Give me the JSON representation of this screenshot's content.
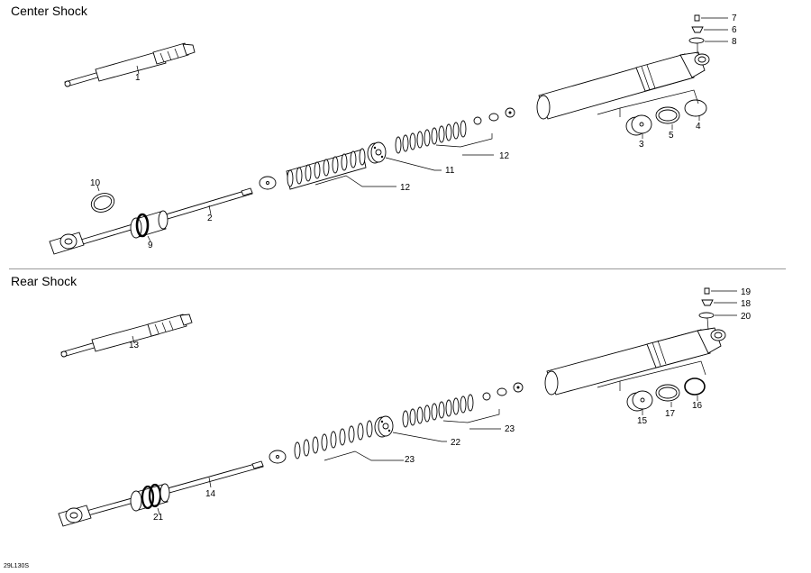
{
  "sections": {
    "center": {
      "title": "Center Shock",
      "callouts": [
        "1",
        "2",
        "3",
        "4",
        "5",
        "6",
        "7",
        "8",
        "9",
        "10",
        "11",
        "12",
        "12"
      ]
    },
    "rear": {
      "title": "Rear Shock",
      "callouts": [
        "13",
        "14",
        "15",
        "16",
        "17",
        "18",
        "19",
        "20",
        "21",
        "22",
        "23",
        "23"
      ]
    }
  },
  "drawing_code": "29L130S"
}
